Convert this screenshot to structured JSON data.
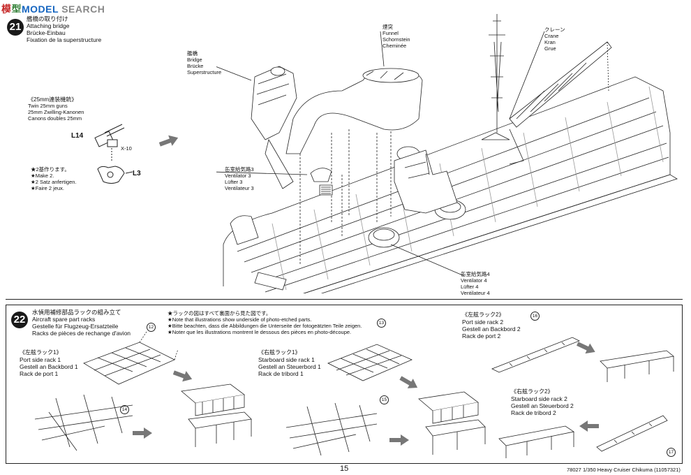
{
  "watermark": {
    "part1": "模",
    "part2": "型",
    "part3": "MODEL",
    "part4": "SEARCH"
  },
  "page_number": "15",
  "footer": "78027 1/350 Heavy Cruiser Chikuma (11057321)",
  "step21": {
    "number": "21",
    "title_jp": "艦橋の取り付け",
    "title_en": "Attaching bridge",
    "title_de": "Brücke-Einbau",
    "title_fr": "Fixation de la superstructure",
    "guns": {
      "jp": "《25mm連装機銃》",
      "en": "Twin 25mm guns",
      "de": "25mm Zwilling-Kanonen",
      "fr": "Canons doubles 25mm",
      "part_a": "L14",
      "part_b": "L3",
      "part_c": "X-10",
      "make_jp": "★2基作ります。",
      "make_en": "★Make 2.",
      "make_de": "★2 Satz anfertigen.",
      "make_fr": "★Faire 2 jeux."
    },
    "bridge": {
      "jp": "艦橋",
      "en": "Bridge",
      "de": "Brücke",
      "fr": "Superstructure"
    },
    "funnel": {
      "jp": "煙突",
      "en": "Funnel",
      "de": "Schornstein",
      "fr": "Cheminée"
    },
    "crane": {
      "jp": "クレーン",
      "en": "Crane",
      "de": "Kran",
      "fr": "Grue"
    },
    "vent3": {
      "jp": "缶室給気路3",
      "en": "Ventilator 3",
      "de": "Lüfter 3",
      "fr": "Ventilateur 3"
    },
    "vent4": {
      "jp": "缶室給気路4",
      "en": "Ventilator 4",
      "de": "Lüfter 4",
      "fr": "Ventilateur 4"
    }
  },
  "step22": {
    "number": "22",
    "title_jp": "水偵用補修部品ラックの組み立て",
    "title_en": "Aircraft spare part racks",
    "title_de": "Gestelle für Flugzeug-Ersatzteile",
    "title_fr": "Racks de pièces de rechange d'avion",
    "note_jp": "★ラックの図はすべて裏面から見た図です。",
    "note_en": "★Note that illustrations show underside of photo-etched parts.",
    "note_de": "★Bitte beachten, dass die Abbildungen die Unterseite der fotogeätzten Teile zeigen.",
    "note_fr": "★Noter que les illustrations montrent le dessous des pièces en photo-découpe.",
    "port1": {
      "jp": "《左舷ラック1》",
      "en": "Port side rack 1",
      "de": "Gestell an Backbord 1",
      "fr": "Rack de port 1"
    },
    "stbd1": {
      "jp": "《右舷ラック1》",
      "en": "Starboard side rack 1",
      "de": "Gestell an Steuerbord 1",
      "fr": "Rack de tribord 1"
    },
    "port2": {
      "jp": "《左舷ラック2》",
      "en": "Port side rack 2",
      "de": "Gestell an Backbord 2",
      "fr": "Rack de port 2"
    },
    "stbd2": {
      "jp": "《右舷ラック2》",
      "en": "Starboard side rack 2",
      "de": "Gestell an Steuerbord 2",
      "fr": "Rack de tribord 2"
    },
    "callouts": [
      "12",
      "13",
      "14",
      "15",
      "16",
      "17"
    ]
  }
}
